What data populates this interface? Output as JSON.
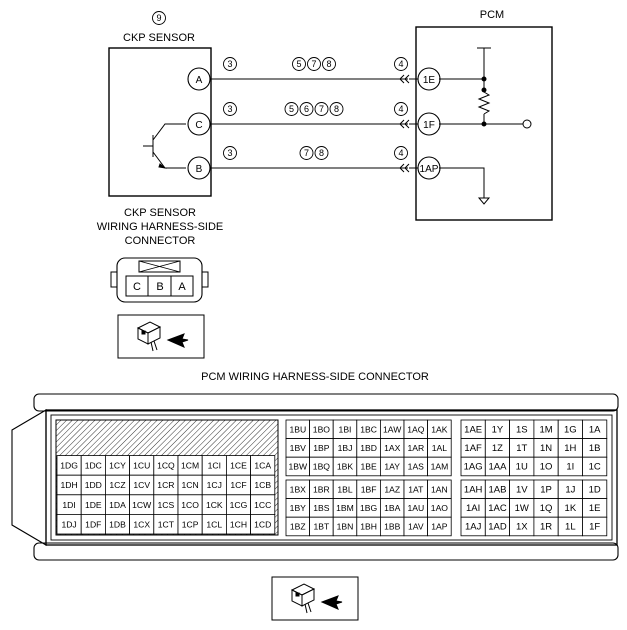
{
  "sensor": {
    "ref": "9",
    "title": "CKP SENSOR",
    "pins": [
      "A",
      "C",
      "B"
    ],
    "pin_refs": [
      "3",
      "3",
      "3"
    ]
  },
  "pcm": {
    "title": "PCM",
    "pins": [
      "1E",
      "1F",
      "1AP"
    ],
    "pin_refs": [
      "4",
      "4",
      "4"
    ]
  },
  "wires": [
    {
      "refs": [
        "5",
        "7",
        "8"
      ]
    },
    {
      "refs": [
        "5",
        "6",
        "7",
        "8"
      ]
    },
    {
      "refs": [
        "7",
        "8"
      ]
    }
  ],
  "sensor_connector": {
    "caption": [
      "CKP SENSOR",
      "WIRING HARNESS-SIDE",
      "CONNECTOR"
    ],
    "terminals": [
      "C",
      "B",
      "A"
    ]
  },
  "pcm_connector": {
    "caption": "PCM WIRING HARNESS-SIDE CONNECTOR",
    "block1": [
      [
        "",
        "",
        "",
        "",
        "",
        "",
        "",
        "",
        "",
        ""
      ],
      [
        "1DG",
        "1DC",
        "1CY",
        "1CU",
        "1CQ",
        "1CM",
        "1CI",
        "1CE",
        "1CA"
      ],
      [
        "1DH",
        "1DD",
        "1CZ",
        "1CV",
        "1CR",
        "1CN",
        "1CJ",
        "1CF",
        "1CB"
      ],
      [
        "1DI",
        "1DE",
        "1DA",
        "1CW",
        "1CS",
        "1CO",
        "1CK",
        "1CG",
        "1CC"
      ],
      [
        "1DJ",
        "1DF",
        "1DB",
        "1CX",
        "1CT",
        "1CP",
        "1CL",
        "1CH",
        "1CD"
      ]
    ],
    "block2_top": [
      [
        "1BU",
        "1BO",
        "1BI",
        "1BC",
        "1AW",
        "1AQ",
        "1AK"
      ],
      [
        "1BV",
        "1BP",
        "1BJ",
        "1BD",
        "1AX",
        "1AR",
        "1AL"
      ],
      [
        "1BW",
        "1BQ",
        "1BK",
        "1BE",
        "1AY",
        "1AS",
        "1AM"
      ]
    ],
    "block2_bottom": [
      [
        "1BX",
        "1BR",
        "1BL",
        "1BF",
        "1AZ",
        "1AT",
        "1AN"
      ],
      [
        "1BY",
        "1BS",
        "1BM",
        "1BG",
        "1BA",
        "1AU",
        "1AO"
      ],
      [
        "1BZ",
        "1BT",
        "1BN",
        "1BH",
        "1BB",
        "1AV",
        "1AP"
      ]
    ],
    "block3_top": [
      [
        "1AE",
        "1Y",
        "1S",
        "1M",
        "1G",
        "1A"
      ],
      [
        "1AF",
        "1Z",
        "1T",
        "1N",
        "1H",
        "1B"
      ],
      [
        "1AG",
        "1AA",
        "1U",
        "1O",
        "1I",
        "1C"
      ]
    ],
    "block3_bottom": [
      [
        "1AH",
        "1AB",
        "1V",
        "1P",
        "1J",
        "1D"
      ],
      [
        "1AI",
        "1AC",
        "1W",
        "1Q",
        "1K",
        "1E"
      ],
      [
        "1AJ",
        "1AD",
        "1X",
        "1R",
        "1L",
        "1F"
      ]
    ]
  }
}
